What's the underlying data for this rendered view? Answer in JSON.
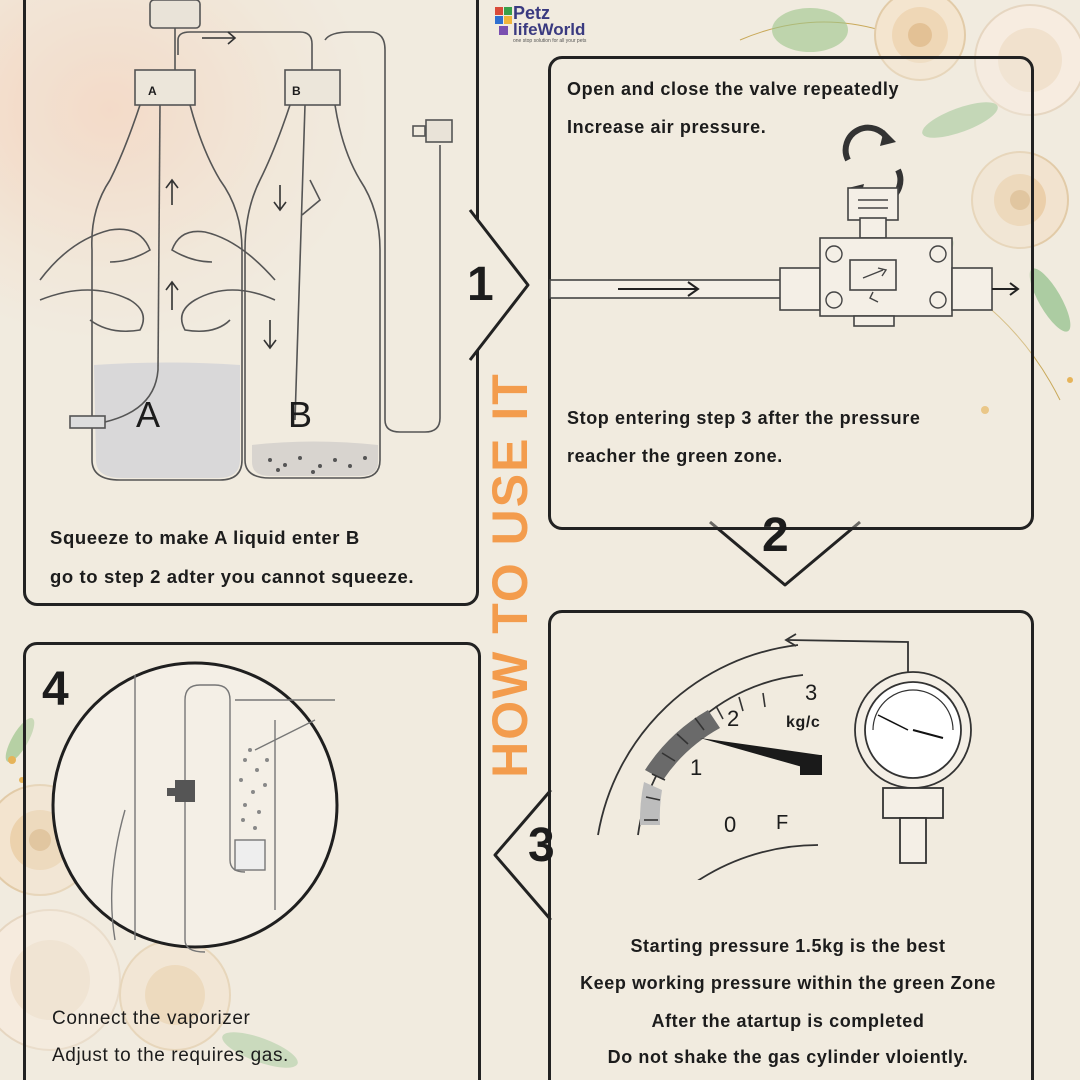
{
  "title": "HOW TO USE IT",
  "logo": {
    "line1": "Petz",
    "line2": "lifeWorld",
    "tagline": "one stop solution for all your pets"
  },
  "step1": {
    "number": "1",
    "line1": "Squeeze to make A liquid enter B",
    "line2": "go to step 2 adter you cannot squeeze.",
    "label_a": "A",
    "label_b": "B",
    "cap_a": "A",
    "cap_b": "B"
  },
  "step2": {
    "number": "2",
    "line1": "Open and close the valve repeatedly",
    "line2": "Increase air pressure.",
    "line3": "Stop entering step 3 after the pressure",
    "line4": "reacher the green zone."
  },
  "step3": {
    "number": "3",
    "line1": "Starting pressure 1.5kg is the best",
    "line2": "Keep working pressure within the green Zone",
    "line3": "After the atartup is completed",
    "line4": "Do not shake the gas cylinder vloiently.",
    "gauge_labels": [
      "0",
      "1",
      "2",
      "3"
    ],
    "gauge_unit": "kg/c",
    "gauge_symbol": "F"
  },
  "step4": {
    "number": "4",
    "line1": "Connect the vaporizer",
    "line2": "Adjust to the requires gas."
  },
  "colors": {
    "accent": "#f39c4d",
    "ink": "#1c1c1c",
    "background": "#f1ebdf"
  }
}
